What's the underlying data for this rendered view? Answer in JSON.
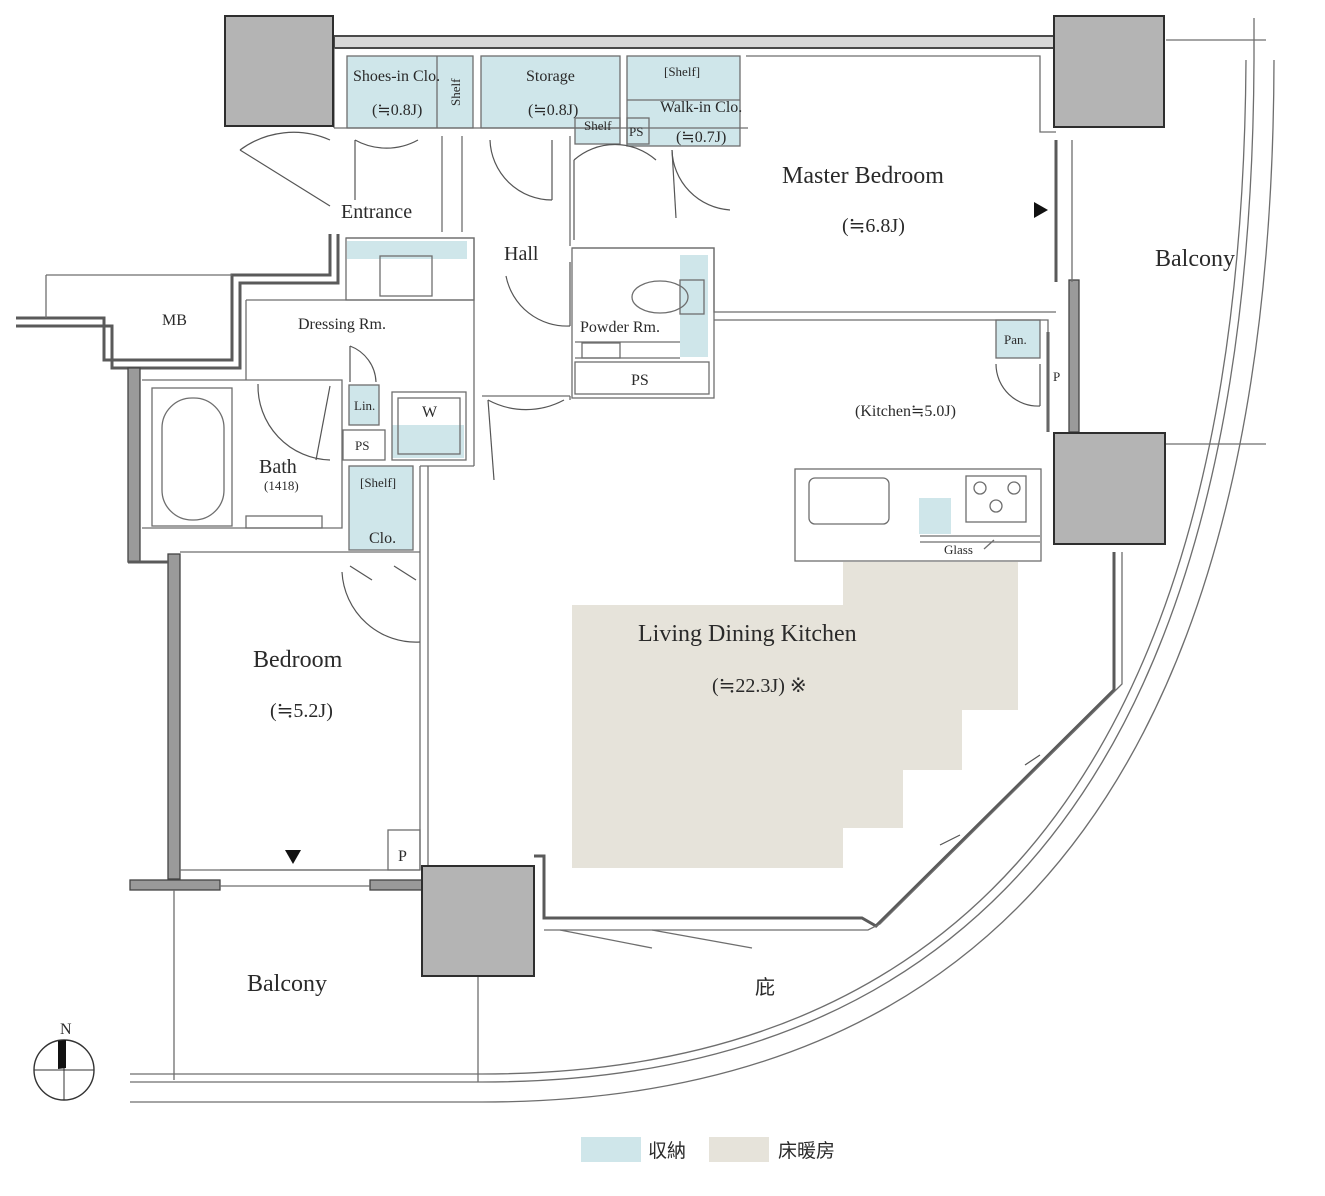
{
  "rooms": {
    "shoes_in_clo": "Shoes-in Clo.",
    "shoes_in_clo_area": "(≒0.8J)",
    "shelf_vertical": "Shelf",
    "storage": "Storage",
    "storage_area": "(≒0.8J)",
    "storage_shelf": "Shelf",
    "wic_shelf": "[Shelf]",
    "walk_in_clo": "Walk-in Clo.",
    "walk_in_clo_area": "(≒0.7J)",
    "ps_top": "PS",
    "entrance": "Entrance",
    "hall": "Hall",
    "master_bedroom": "Master Bedroom",
    "master_bedroom_area": "(≒6.8J)",
    "balcony_east": "Balcony",
    "mb": "MB",
    "dressing": "Dressing Rm.",
    "powder": "Powder Rm.",
    "ps_powder": "PS",
    "pantry": "Pan.",
    "pipe_east": "P",
    "kitchen": "(Kitchen≒5.0J)",
    "lin": "Lin.",
    "washer": "W",
    "ps_dressing": "PS",
    "bath": "Bath",
    "bath_size": "(1418)",
    "clo_shelf": "[Shelf]",
    "clo": "Clo.",
    "glass": "Glass",
    "ldk": "Living Dining Kitchen",
    "ldk_area": "(≒22.3J) ※",
    "bedroom": "Bedroom",
    "bedroom_area": "(≒5.2J)",
    "pipe_south": "P",
    "balcony_south": "Balcony",
    "eaves": "庇"
  },
  "compass": {
    "north": "N"
  },
  "legend": {
    "storage_label": "収納",
    "heating_label": "床暖房"
  },
  "colors": {
    "storage": "#cfe6ea",
    "floor_heating": "#e6e3da",
    "column": "#b4b4b4",
    "wall": "#5a5a5a"
  }
}
